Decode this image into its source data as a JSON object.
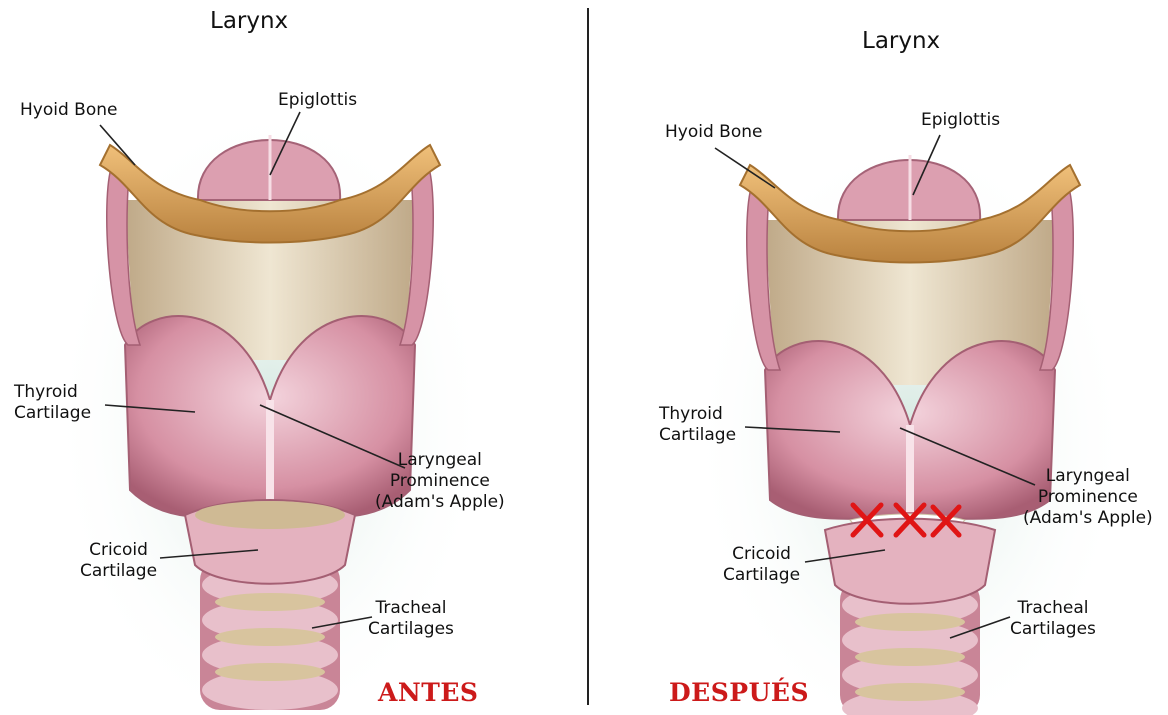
{
  "panels": [
    {
      "title": "Larynx",
      "labels": {
        "hyoid": "Hyoid Bone",
        "epiglottis": "Epiglottis",
        "thyroid": [
          "Thyroid",
          "Cartilage"
        ],
        "prominence": [
          "Laryngeal",
          "Prominence",
          "(Adam's Apple)"
        ],
        "cricoid": [
          "Cricoid",
          "Cartilage"
        ],
        "tracheal": [
          "Tracheal",
          "Cartilages"
        ]
      },
      "tag": "ANTES"
    },
    {
      "title": "Larynx",
      "labels": {
        "hyoid": "Hyoid Bone",
        "epiglottis": "Epiglottis",
        "thyroid": [
          "Thyroid",
          "Cartilage"
        ],
        "prominence": [
          "Laryngeal",
          "Prominence",
          "(Adam's Apple)"
        ],
        "cricoid": [
          "Cricoid",
          "Cartilage"
        ],
        "tracheal": [
          "Tracheal",
          "Cartilages"
        ]
      },
      "tag": "DESPUÉS",
      "suture_marks": 3
    }
  ],
  "colors": {
    "cartilage": "#d99aaa",
    "cartilage_dark": "#b56b80",
    "hyoid": "#d8a55a",
    "membrane": "#d8c6a4",
    "tag": "#cc1a1a",
    "halo": "#cfe5dc"
  }
}
